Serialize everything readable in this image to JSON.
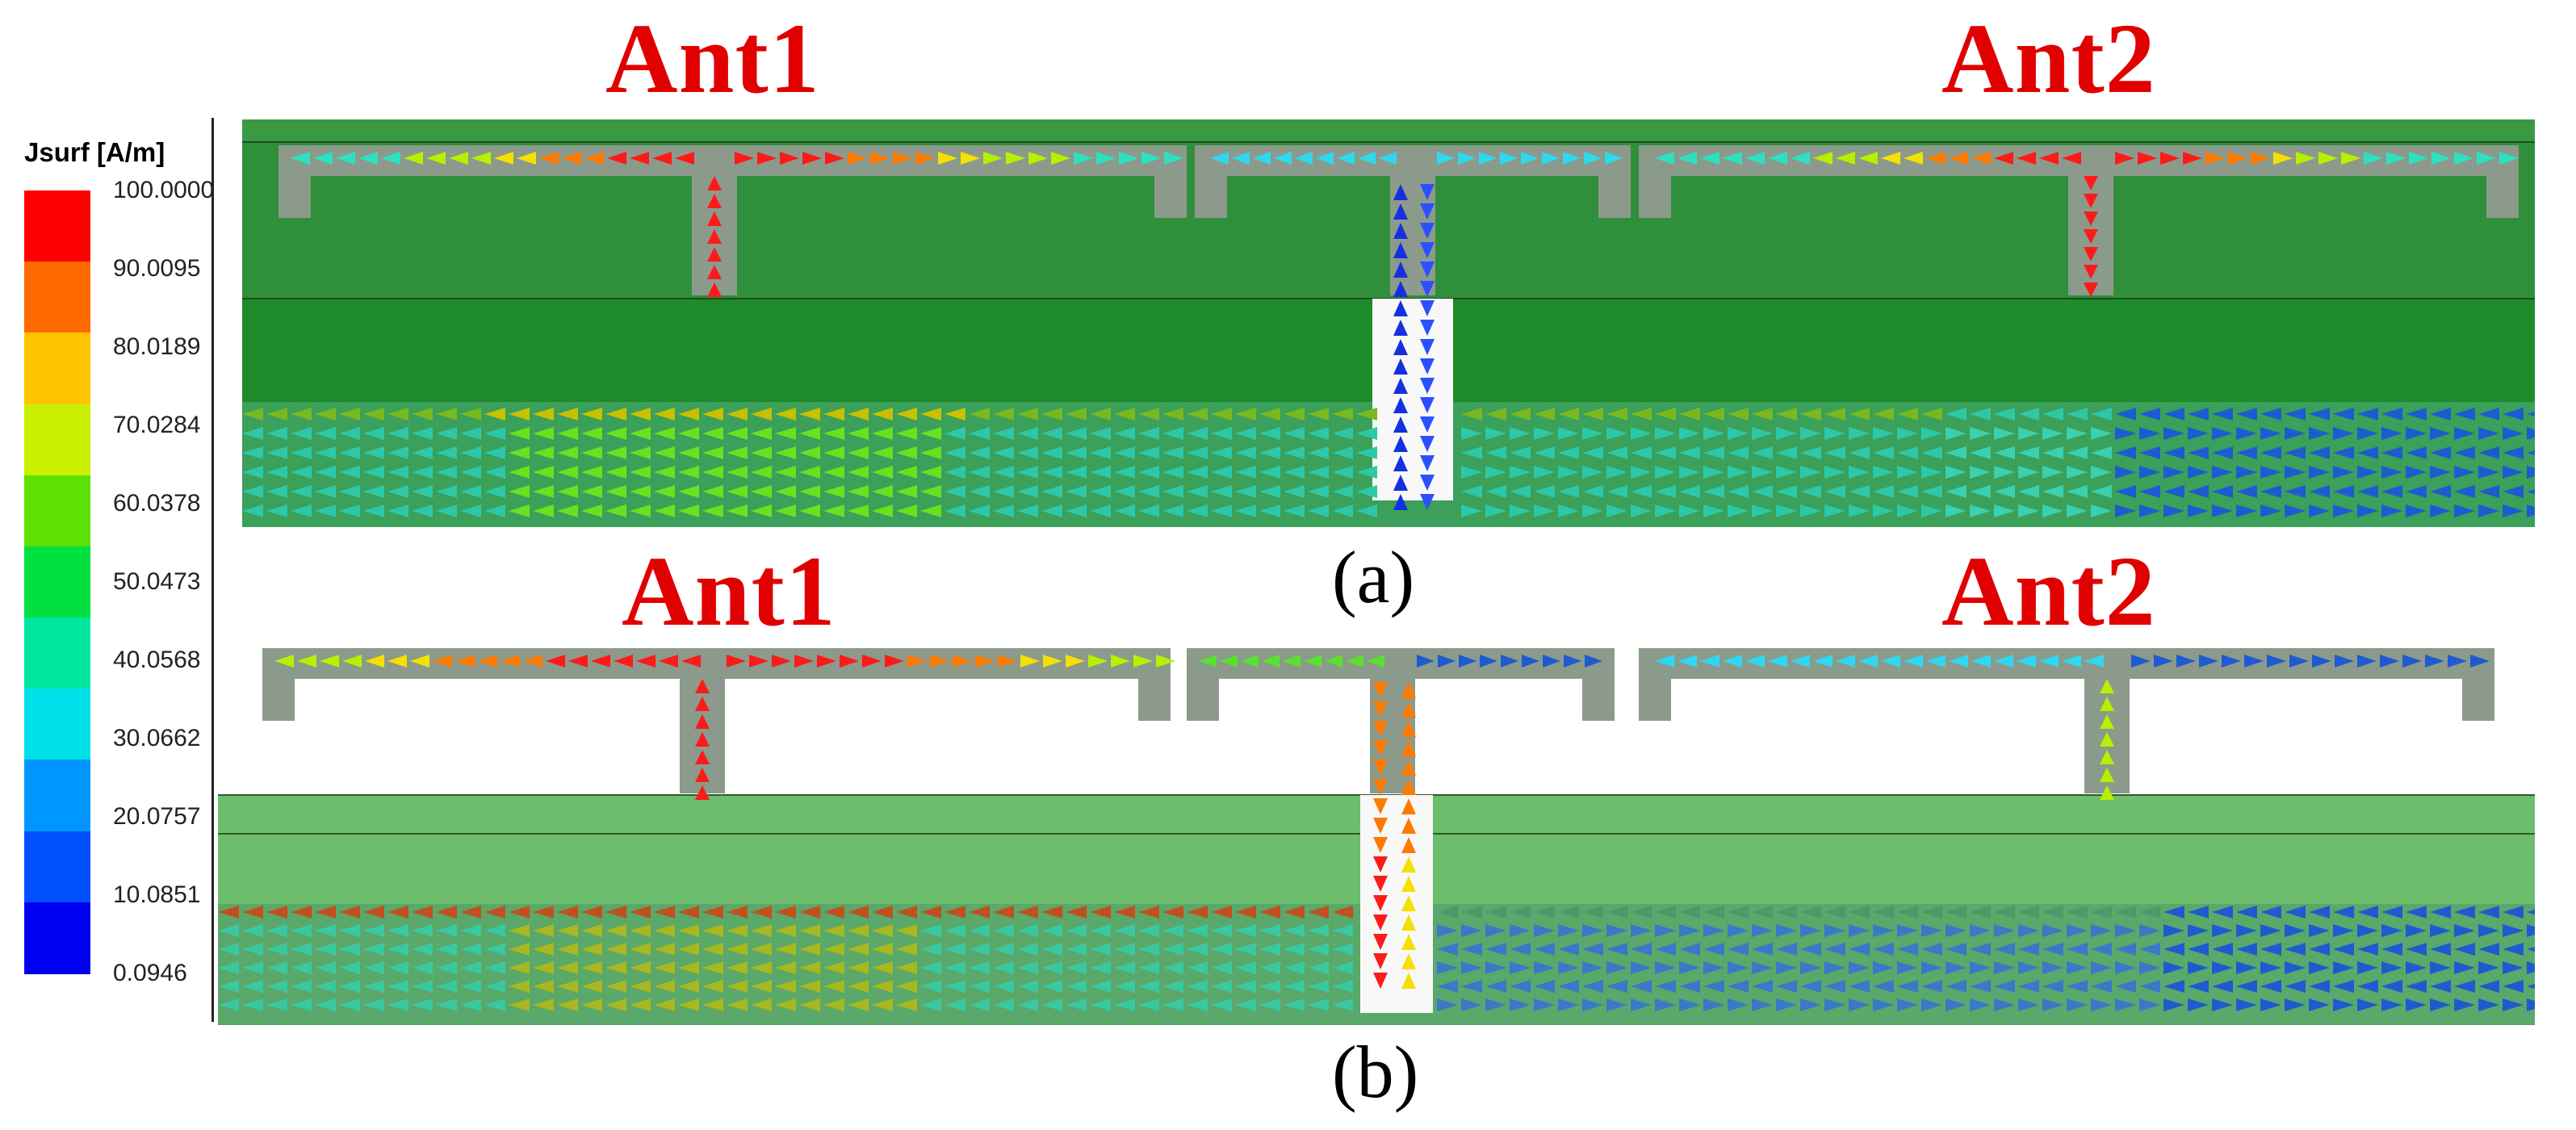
{
  "legend": {
    "title": "Jsurf [A/m]",
    "ticks": [
      "100.0000",
      "90.0095",
      "80.0189",
      "70.0284",
      "60.0378",
      "50.0473",
      "40.0568",
      "30.0662",
      "20.0757",
      "10.0851",
      "0.0946"
    ],
    "colors": [
      "#ff0000",
      "#ff6a00",
      "#ffc400",
      "#c8f000",
      "#5ee000",
      "#00e040",
      "#00e8a0",
      "#00e0e8",
      "#0096ff",
      "#0050ff",
      "#0000f0"
    ]
  },
  "panels": [
    {
      "caption": "(a)",
      "left_label": "Ant1",
      "right_label": "Ant2"
    },
    {
      "caption": "(b)",
      "left_label": "Ant1",
      "right_label": "Ant2"
    }
  ]
}
